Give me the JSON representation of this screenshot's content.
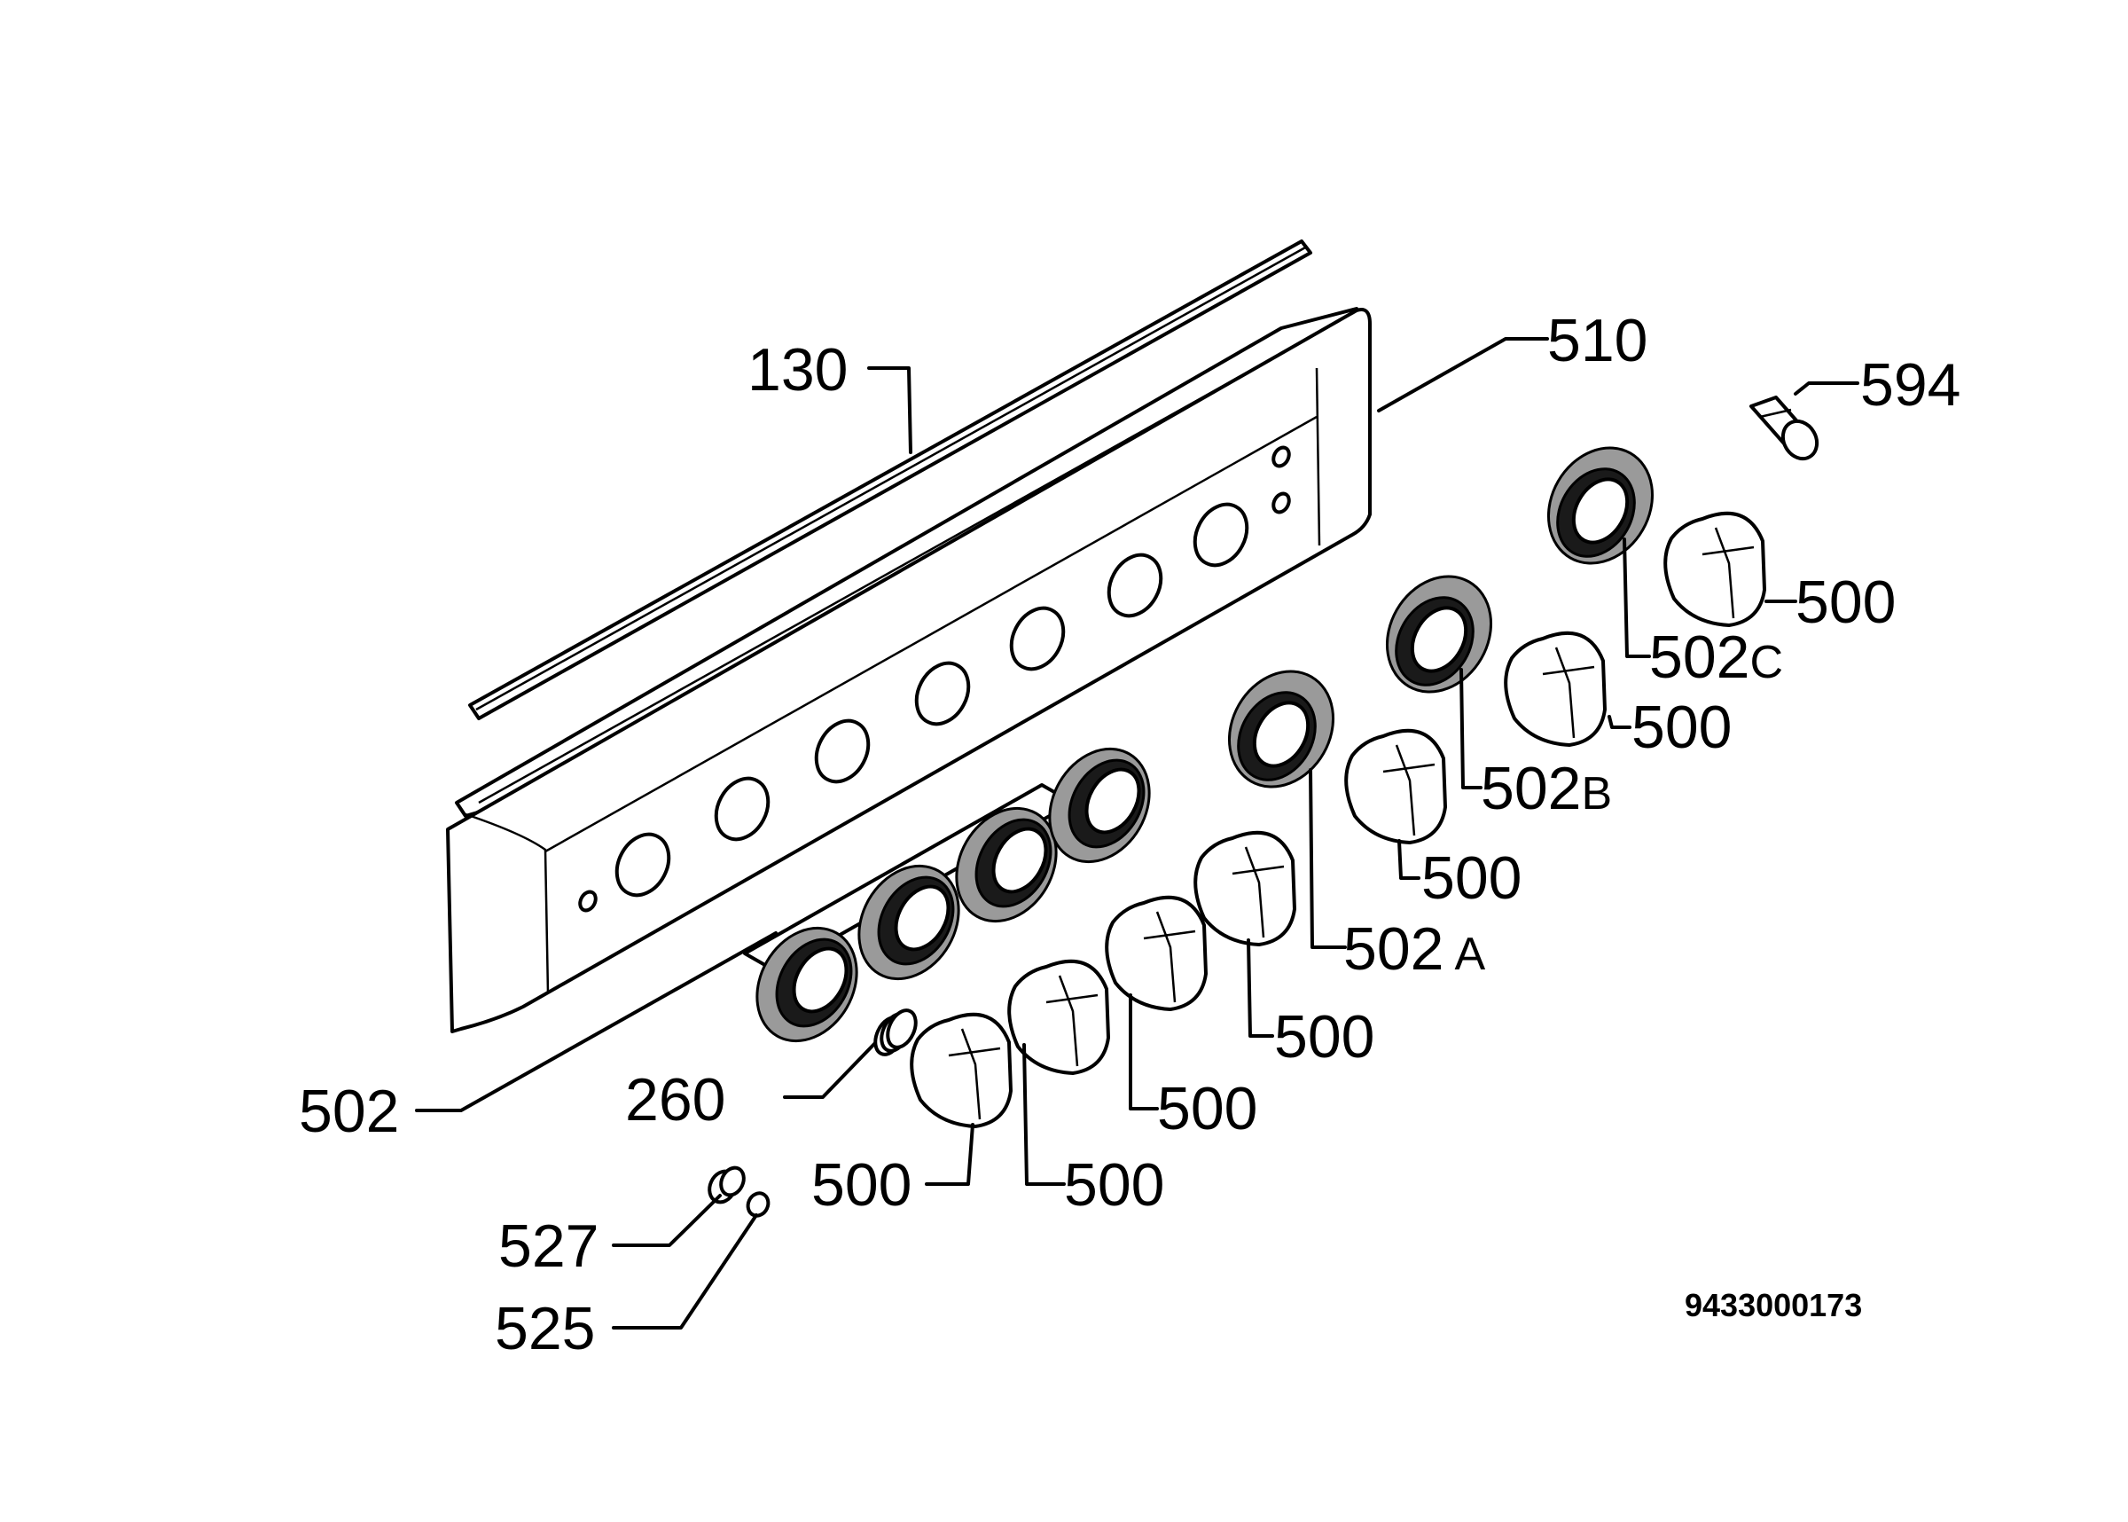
{
  "callouts": {
    "gasket_strip": "130",
    "control_panel": "510",
    "cap_594": "594",
    "ring_502_main": "502",
    "spring": "260",
    "part_527": "527",
    "part_525": "525",
    "ring_502a_num": "502",
    "ring_502a_suffix": "A",
    "ring_502b_num": "502",
    "ring_502b_suffix": "B",
    "ring_502c_num": "502",
    "ring_502c_suffix": "C",
    "knob_1": "500",
    "knob_2": "500",
    "knob_3": "500",
    "knob_4": "500",
    "knob_5": "500",
    "knob_6": "500",
    "knob_7": "500"
  },
  "diagram_id": "9433000173"
}
